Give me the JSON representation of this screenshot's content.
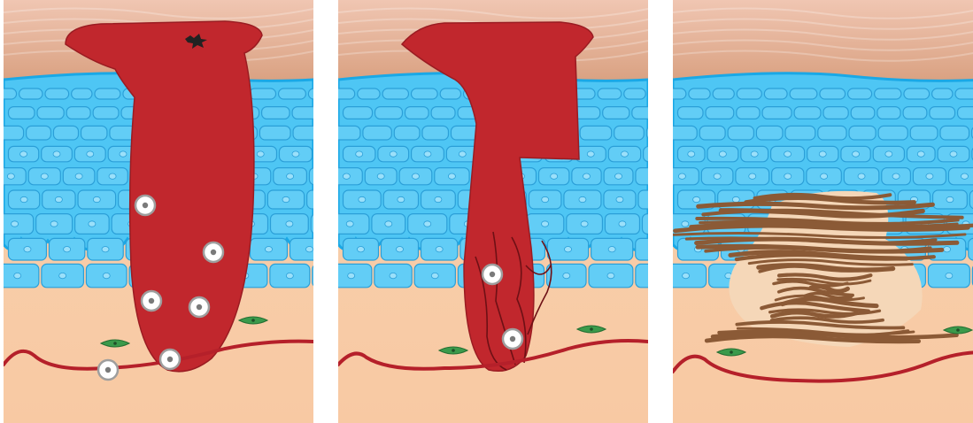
{
  "figure": {
    "panels": [
      {
        "key": "hemostasis",
        "has_clot": true,
        "has_vessels": false,
        "has_collagen": false,
        "closed_epidermis": false
      },
      {
        "key": "inflammation-proliferation",
        "has_clot": true,
        "has_vessels": true,
        "has_collagen": false,
        "closed_epidermis": false
      },
      {
        "key": "remodeling",
        "has_clot": false,
        "has_vessels": false,
        "has_collagen": true,
        "closed_epidermis": true
      }
    ]
  },
  "colors": {
    "skin_surface": "#f0c6b2",
    "skin_band": "#d59a78",
    "epidermis_fill": "#4ec6f4",
    "epidermis_line": "#1aa8e6",
    "cell_fill": "#62cdf6",
    "cell_edge": "#2b9fd8",
    "dermis": "#f8c9a3",
    "blood": "#c1272d",
    "vessel": "#b5202a",
    "collagen": "#8b5a36",
    "fibroblast": "#3b9a4b",
    "wbc_ring": "#9e9e9e",
    "white": "#ffffff"
  }
}
